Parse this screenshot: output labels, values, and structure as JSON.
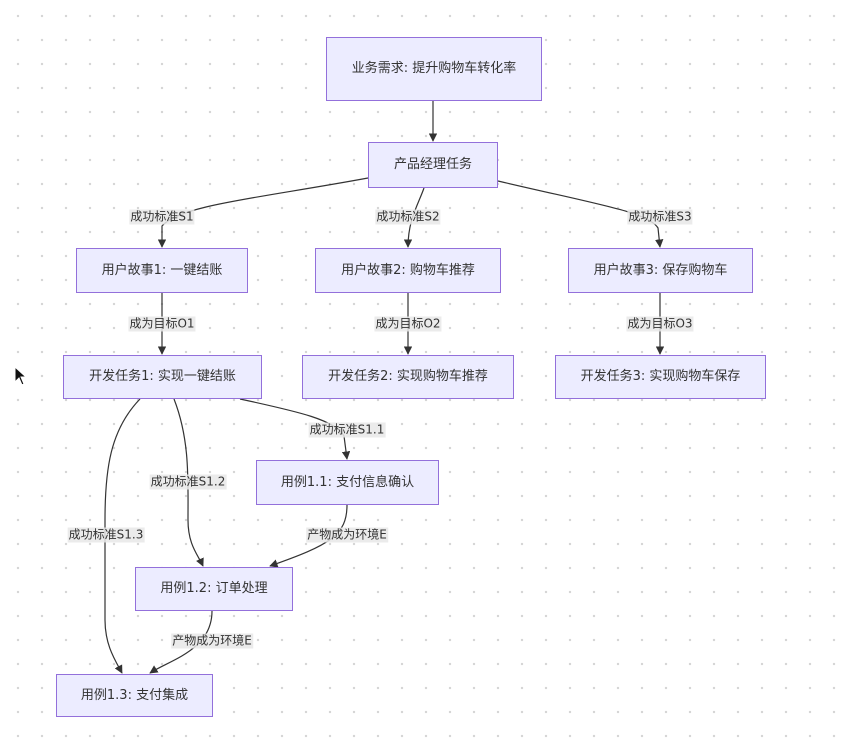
{
  "colors": {
    "node_fill": "#ECECFF",
    "node_border": "#9370DB",
    "edge": "#333333",
    "label_bg": "#E8E8E8"
  },
  "nodes": {
    "requirement": "业务需求: 提升购物车转化率",
    "pm_task": "产品经理任务",
    "story1": "用户故事1: 一键结账",
    "story2": "用户故事2: 购物车推荐",
    "story3": "用户故事3: 保存购物车",
    "dev1": "开发任务1: 实现一键结账",
    "dev2": "开发任务2: 实现购物车推荐",
    "dev3": "开发任务3: 实现购物车保存",
    "case11": "用例1.1: 支付信息确认",
    "case12": "用例1.2: 订单处理",
    "case13": "用例1.3: 支付集成"
  },
  "edge_labels": {
    "pm_story1": "成功标准S1",
    "pm_story2": "成功标准S2",
    "pm_story3": "成功标准S3",
    "story1_dev1": "成为目标O1",
    "story2_dev2": "成为目标O2",
    "story3_dev3": "成为目标O3",
    "dev1_case11": "成功标准S1.1",
    "dev1_case12": "成功标准S1.2",
    "dev1_case13": "成功标准S1.3",
    "case11_case12": "产物成为环境E",
    "case12_case13": "产物成为环境E"
  }
}
